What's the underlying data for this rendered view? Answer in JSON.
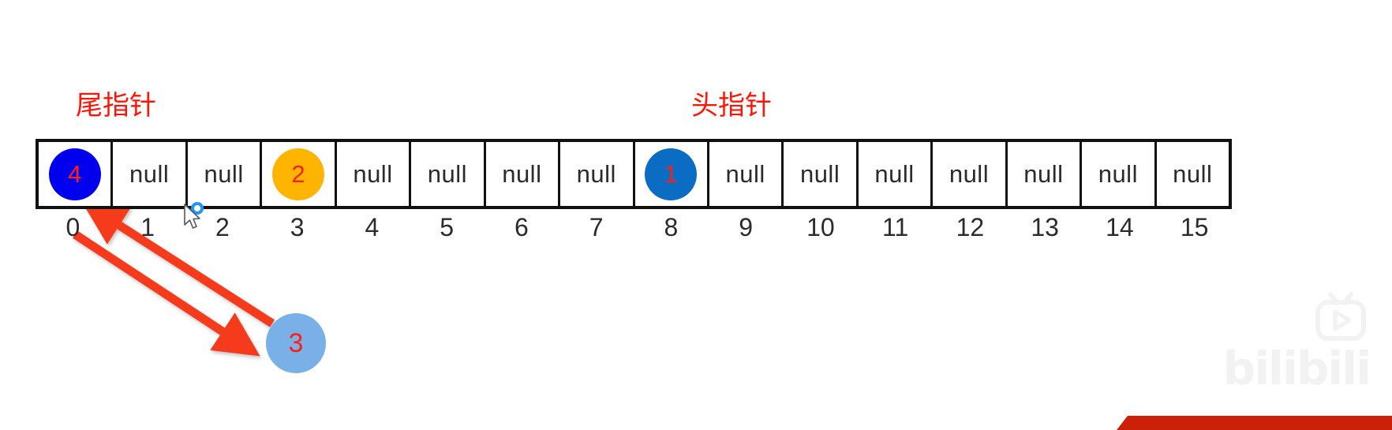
{
  "diagram": {
    "title": "circular-queue-array-diagram",
    "array": {
      "cells": [
        {
          "index": "0",
          "value": "4",
          "type": "node",
          "color": "#0000ee"
        },
        {
          "index": "1",
          "value": "null",
          "type": "empty",
          "color": ""
        },
        {
          "index": "2",
          "value": "null",
          "type": "empty",
          "color": ""
        },
        {
          "index": "3",
          "value": "2",
          "type": "node",
          "color": "#ffb400"
        },
        {
          "index": "4",
          "value": "null",
          "type": "empty",
          "color": ""
        },
        {
          "index": "5",
          "value": "null",
          "type": "empty",
          "color": ""
        },
        {
          "index": "6",
          "value": "null",
          "type": "empty",
          "color": ""
        },
        {
          "index": "7",
          "value": "null",
          "type": "empty",
          "color": ""
        },
        {
          "index": "8",
          "value": "1",
          "type": "node",
          "color": "#0b6cc4"
        },
        {
          "index": "9",
          "value": "null",
          "type": "empty",
          "color": ""
        },
        {
          "index": "10",
          "value": "null",
          "type": "empty",
          "color": ""
        },
        {
          "index": "11",
          "value": "null",
          "type": "empty",
          "color": ""
        },
        {
          "index": "12",
          "value": "null",
          "type": "empty",
          "color": ""
        },
        {
          "index": "13",
          "value": "null",
          "type": "empty",
          "color": ""
        },
        {
          "index": "14",
          "value": "null",
          "type": "empty",
          "color": ""
        },
        {
          "index": "15",
          "value": "null",
          "type": "empty",
          "color": ""
        }
      ]
    },
    "pointers": {
      "tail": {
        "label": "尾指针",
        "target_index": "0",
        "arrow_color": "#f5a02a"
      },
      "head": {
        "label": "头指针",
        "target_index": "8",
        "arrow_color": "#fa2a10"
      }
    },
    "floating_node": {
      "value": "3",
      "color": "#79b0e8"
    },
    "annotation_colors": {
      "red_arrow": "#f53a1a",
      "blue_arrow": "#4a80c4",
      "orange_arrow": "#f5a02a",
      "node_text": "#ff1e14",
      "label_text": "#ff1406"
    },
    "watermark": {
      "brand": "bilibili",
      "icon": "tv-play-icon"
    }
  }
}
